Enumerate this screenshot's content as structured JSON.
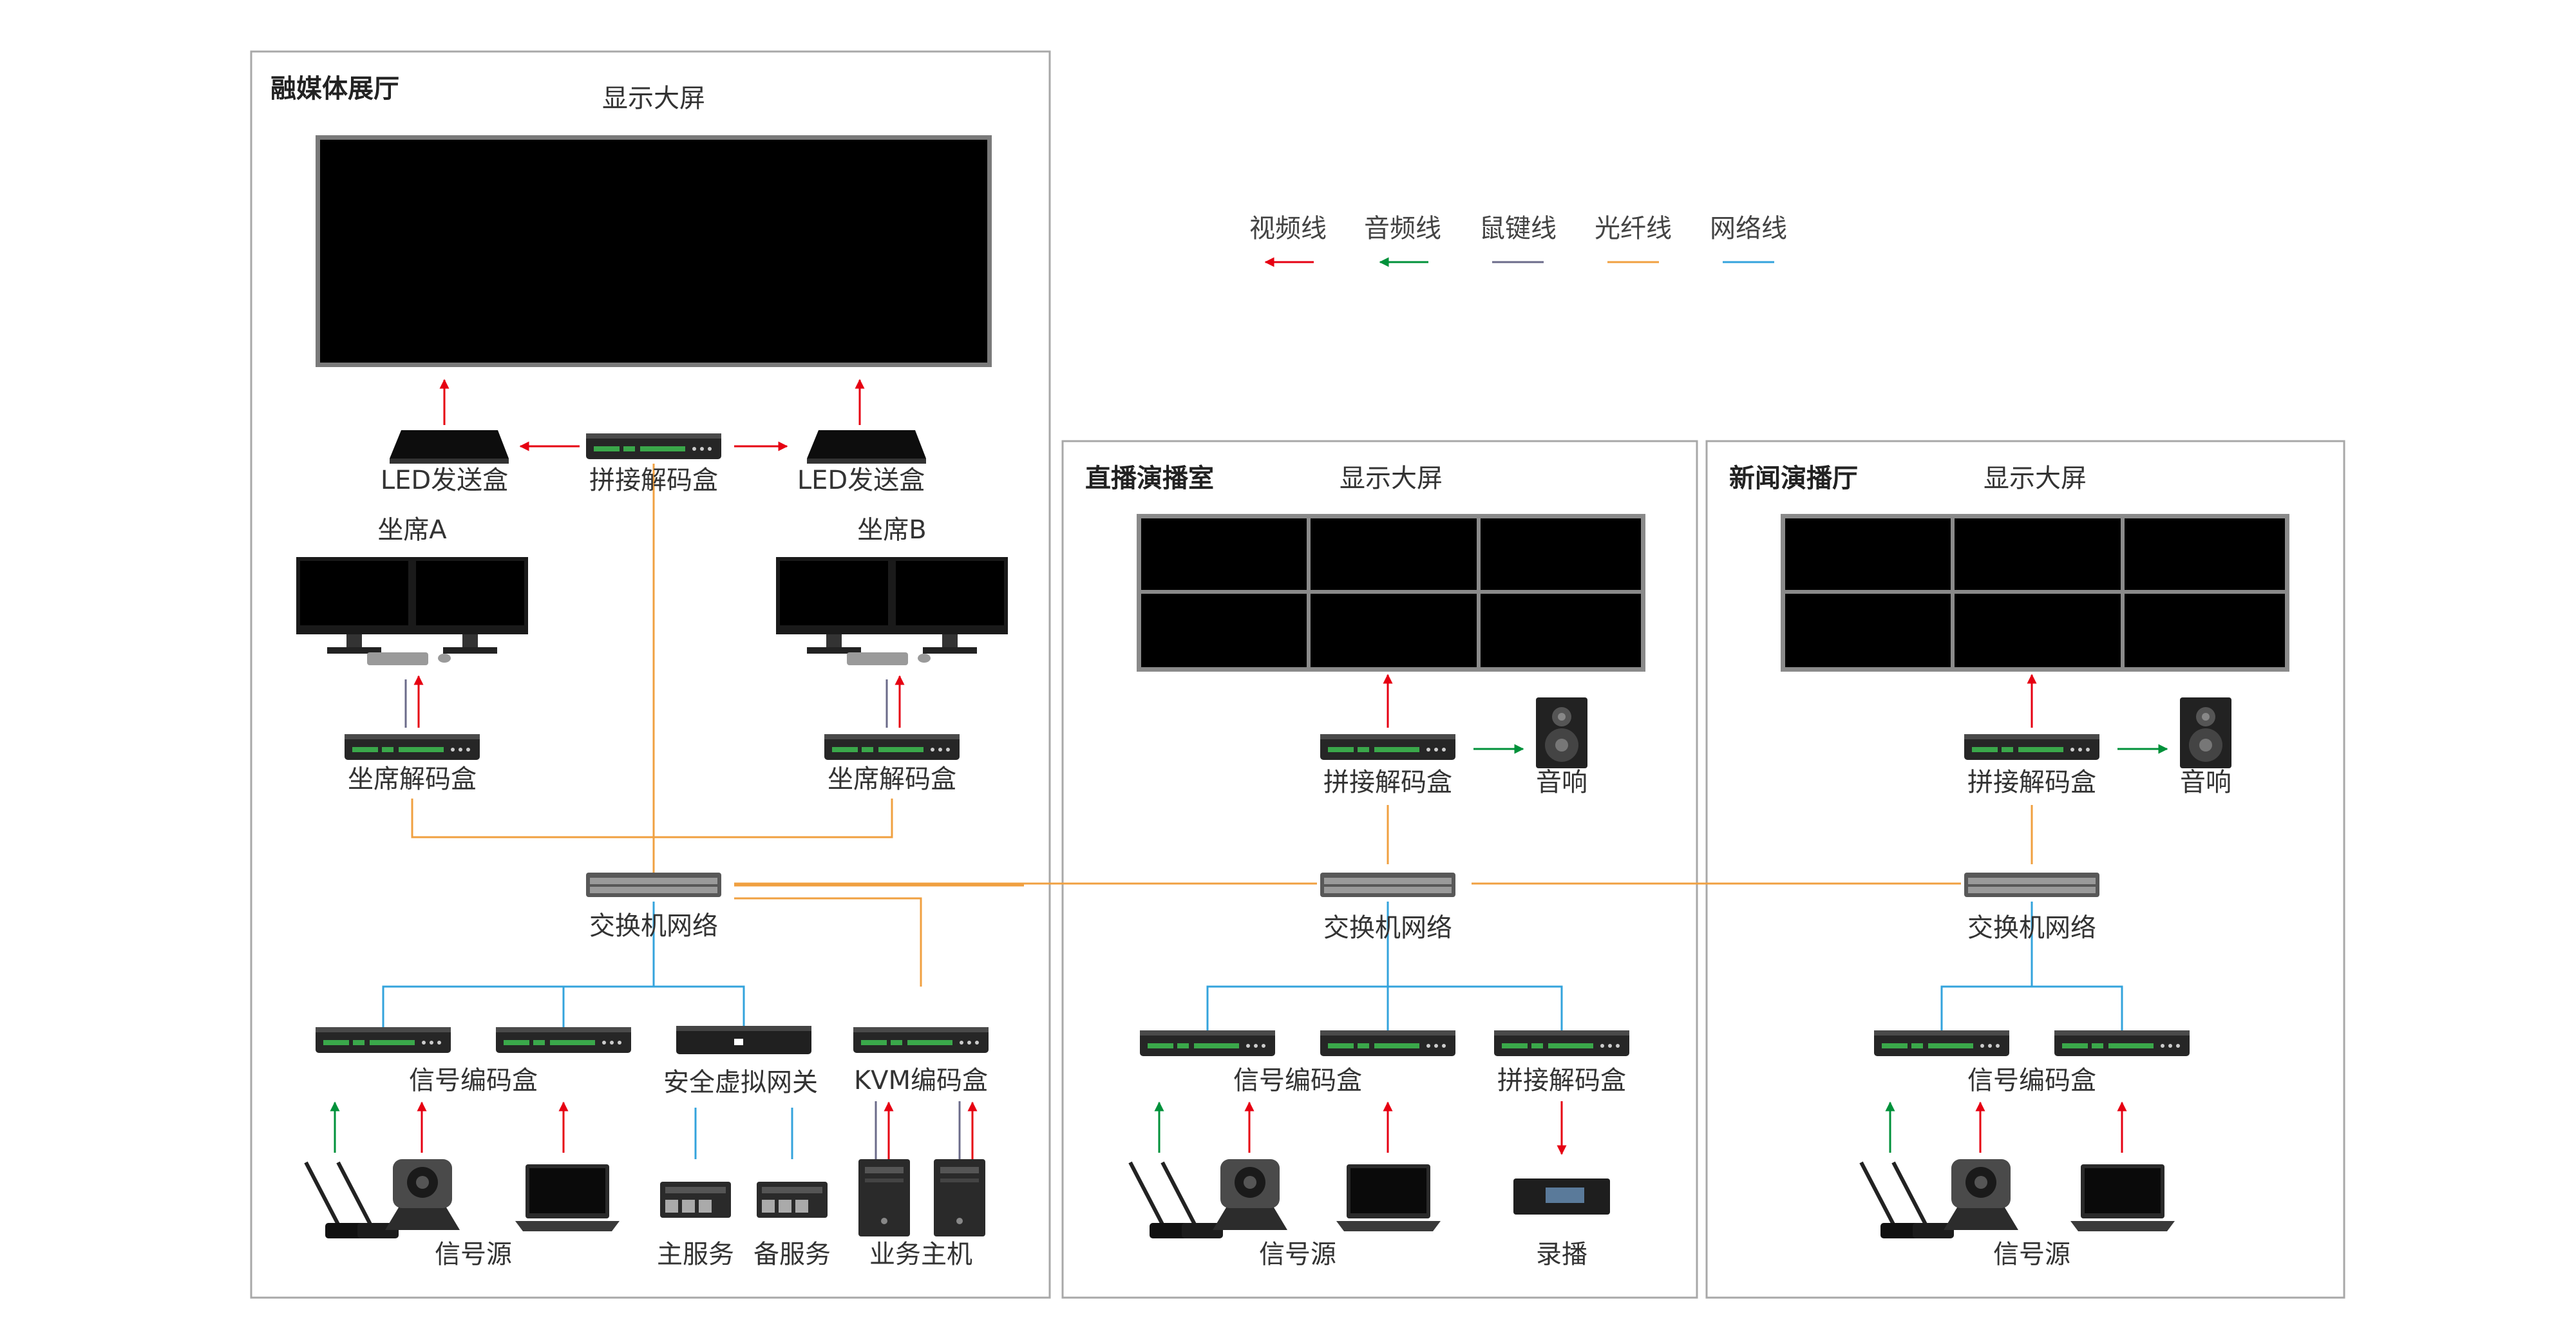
{
  "rooms": [
    {
      "title": "融媒体展厅",
      "screen_label": "显示大屏"
    },
    {
      "title": "直播演播室",
      "screen_label": "显示大屏"
    },
    {
      "title": "新闻演播厅",
      "screen_label": "显示大屏"
    }
  ],
  "legend": [
    {
      "label": "视频线",
      "color": "#e60012",
      "arrow": true
    },
    {
      "label": "音频线",
      "color": "#00913a",
      "arrow": true
    },
    {
      "label": "鼠键线",
      "color": "#6b6b8a",
      "arrow": false
    },
    {
      "label": "光纤线",
      "color": "#f0a040",
      "arrow": false
    },
    {
      "label": "网络线",
      "color": "#33a3dc",
      "arrow": false
    }
  ],
  "hall": {
    "led_sender_left": "LED发送盒",
    "splice_decoder": "拼接解码盒",
    "led_sender_right": "LED发送盒",
    "seat_a": "坐席A",
    "seat_b": "坐席B",
    "seat_decoder_a": "坐席解码盒",
    "seat_decoder_b": "坐席解码盒",
    "switch": "交换机网络",
    "signal_encoder": "信号编码盒",
    "security_gateway": "安全虚拟网关",
    "kvm_encoder": "KVM编码盒",
    "signal_source": "信号源",
    "main_server": "主服务",
    "backup_server": "备服务",
    "business_host": "业务主机"
  },
  "studio": {
    "splice_decoder": "拼接解码盒",
    "speaker": "音响",
    "switch": "交换机网络",
    "signal_encoder": "信号编码盒",
    "splice_decoder_2": "拼接解码盒",
    "signal_source": "信号源",
    "recorder": "录播"
  },
  "news": {
    "splice_decoder": "拼接解码盒",
    "speaker": "音响",
    "switch": "交换机网络",
    "signal_encoder": "信号编码盒",
    "signal_source": "信号源"
  }
}
